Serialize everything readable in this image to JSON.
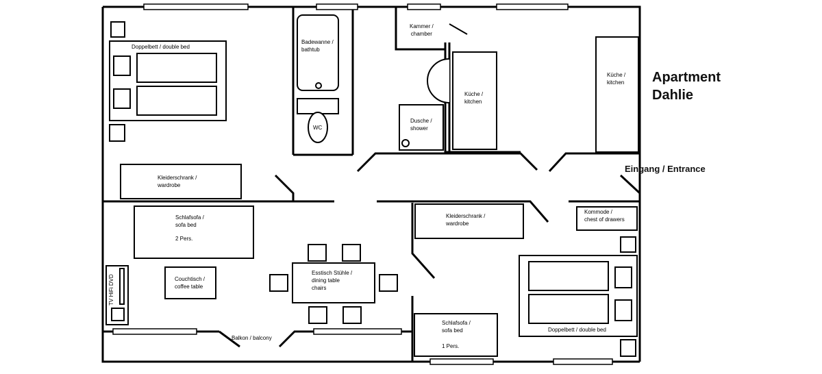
{
  "title": {
    "line1": "Apartment",
    "line2": "Dahlie"
  },
  "entrance": "Eingang / Entrance",
  "labels": {
    "double_bed_1": "Doppelbett / double bed",
    "bathtub_1": "Badewanne /",
    "bathtub_2": "bathtub",
    "wc": "WC",
    "chamber_1": "Kammer /",
    "chamber_2": "chamber",
    "shower_1": "Dusche /",
    "shower_2": "shower",
    "kitchen_a_1": "Küche /",
    "kitchen_a_2": "kitchen",
    "kitchen_b_1": "Küche /",
    "kitchen_b_2": "kitchen",
    "wardrobe_1_1": "Kleiderschrank /",
    "wardrobe_1_2": "wardrobe",
    "wardrobe_2_1": "Kleiderschrank /",
    "wardrobe_2_2": "wardrobe",
    "sofa_bed_1_1": "Schlafsofa /",
    "sofa_bed_1_2": "sofa bed",
    "sofa_bed_1_3": "2 Pers.",
    "coffee_table_1": "Couchtisch /",
    "coffee_table_2": "coffee table",
    "tv": "TV HiFi DVD",
    "dining_1": "Esstisch Stühle /",
    "dining_2": "dining table",
    "dining_3": "chairs",
    "chest_1": "Kommode /",
    "chest_2": "chest of drawers",
    "double_bed_2": "Doppelbett / double bed",
    "sofa_bed_2_1": "Schlafsofa /",
    "sofa_bed_2_2": "sofa bed",
    "sofa_bed_2_3": "1 Pers.",
    "balcony": "Balkon / balcony"
  }
}
